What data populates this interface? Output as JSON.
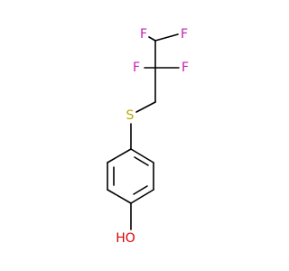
{
  "molecule": {
    "atoms": {
      "F1": {
        "symbol": "F",
        "color": "#c020b0"
      },
      "F2": {
        "symbol": "F",
        "color": "#c020b0"
      },
      "F3": {
        "symbol": "F",
        "color": "#c020b0"
      },
      "F4": {
        "symbol": "F",
        "color": "#c020b0"
      },
      "S": {
        "symbol": "S",
        "color": "#b8a800"
      },
      "O": {
        "symbol": "HO",
        "color": "#e00000"
      }
    }
  }
}
